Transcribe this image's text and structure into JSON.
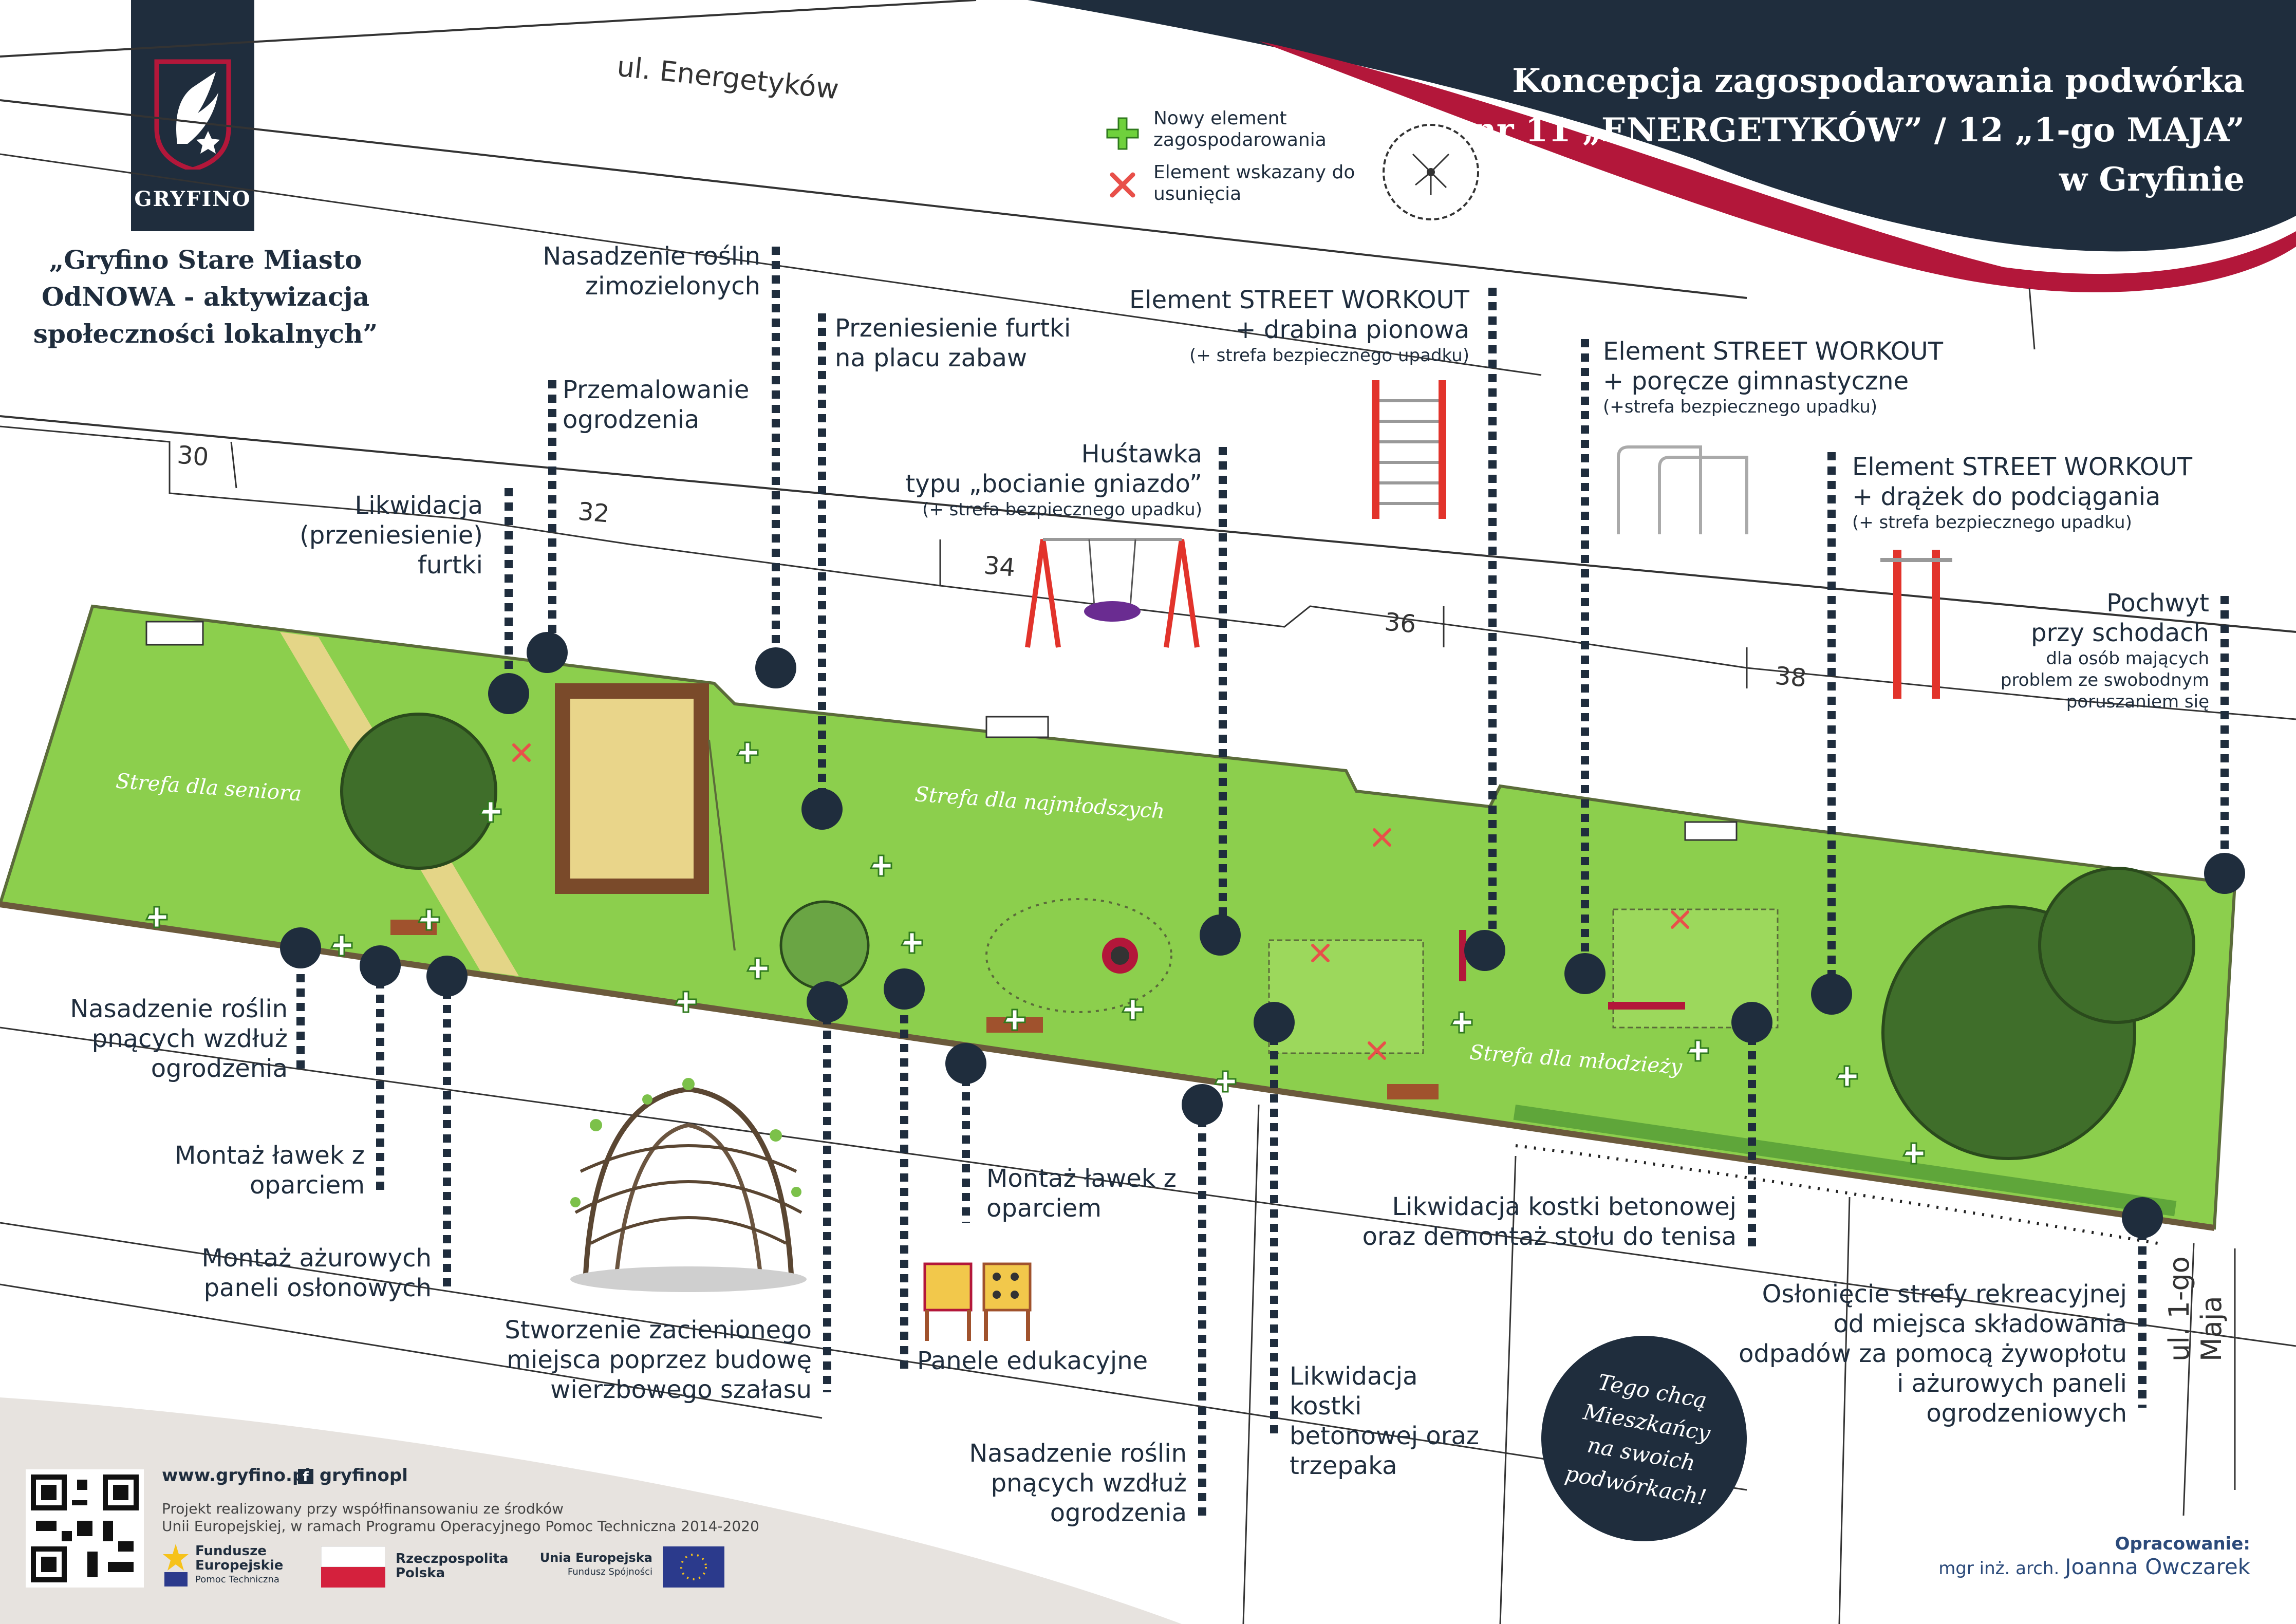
{
  "header": {
    "title_line1": "Koncepcja zagospodarowania podwórka",
    "title_line2": "nr 11 „ENERGETYKÓW” / 12 „1-go MAJA”",
    "title_line3": "w Gryfinie"
  },
  "logo": {
    "text": "GRYFINO"
  },
  "project": {
    "line1": "„Gryfino Stare Miasto",
    "line2": "OdNOWA - aktywizacja",
    "line3": "społeczności lokalnych”"
  },
  "legend": {
    "new_element": "Nowy element zagospodarowania",
    "to_remove": "Element wskazany do usunięcia"
  },
  "streets": {
    "top": "ul. Energetyków",
    "right": "ul. 1-go Maja"
  },
  "buildings": [
    "30",
    "32",
    "34",
    "36",
    "38"
  ],
  "zones": {
    "seniors": "Strefa dla seniora",
    "youngest": "Strefa dla najmłodszych",
    "youth": "Strefa dla młodzieży"
  },
  "labels": {
    "evergreen": "Nasadzenie roślin zimozielonych",
    "repaint_fence": "Przemalowanie ogrodzenia",
    "gate_removal_1": "Likwidacja",
    "gate_removal_2": "(przeniesienie)",
    "gate_removal_3": "furtki",
    "move_gate_1": "Przeniesienie furtki",
    "move_gate_2": "na placu zabaw",
    "swing_1": "Huśtawka",
    "swing_2": "typu „bocianie gniazdo”",
    "swing_note": "(+ strefa bezpiecznego upadku)",
    "workout_ladder_1": "Element STREET WORKOUT",
    "workout_ladder_2": "+ drabina pionowa",
    "workout_ladder_note": "(+ strefa bezpiecznego upadku)",
    "workout_bars_1": "Element STREET WORKOUT",
    "workout_bars_2": "+ poręcze gimnastyczne",
    "workout_bars_note": "(+strefa bezpiecznego upadku)",
    "workout_pullup_1": "Element STREET WORKOUT",
    "workout_pullup_2": "+ drążek do podciągania",
    "workout_pullup_note": "(+ strefa bezpiecznego upadku)",
    "handrail_1": "Pochwyt",
    "handrail_2": "przy schodach",
    "handrail_note": "dla osób mających problem ze swobodnym poruszaniem się",
    "climbers_left": "Nasadzenie roślin pnących wzdłuż ogrodzenia",
    "benches_left": "Montaż ławek z oparciem",
    "panels_left": "Montaż ażurowych paneli osłonowych",
    "willow": "Stworzenie zacienionego miejsca poprzez budowę wierzbowego szałasu",
    "benches_mid": "Montaż ławek z oparciem",
    "edu_panels": "Panele edukacyjne",
    "climbers_mid": "Nasadzenie roślin pnących wzdłuż ogrodzenia",
    "concrete_trepak": "Likwidacja kostki betonowej oraz trzepaka",
    "concrete_table_1": "Likwidacja kostki betonowej",
    "concrete_table_2": "oraz demontaż stołu do tenisa",
    "screening": "Osłonięcie strefy rekreacyjnej od miejsca składowania odpadów za pomocą żywopłotu i ażurowych paneli ogrodzeniowych"
  },
  "badge": {
    "line1": "Tego chcą",
    "line2": "Mieszkańcy",
    "line3": "na swoich",
    "line4": "podwórkach!"
  },
  "footer": {
    "website": "www.gryfino.pl",
    "social": "gryfinopl",
    "funding_1": "Projekt realizowany przy współfinansowaniu ze środków",
    "funding_2": "Unii Europejskiej, w ramach Programu Operacyjnego Pomoc Techniczna 2014-2020",
    "logo_fe_1": "Fundusze",
    "logo_fe_2": "Europejskie",
    "logo_fe_3": "Pomoc Techniczna",
    "logo_rp_1": "Rzeczpospolita",
    "logo_rp_2": "Polska",
    "logo_ue_1": "Unia Europejska",
    "logo_ue_2": "Fundusz Spójności",
    "credit_1": "Opracowanie:",
    "credit_2": "mgr inż. arch.",
    "credit_name": "Joanna Owczarek"
  },
  "colors": {
    "navy": "#1f2d3d",
    "accent": "#b3173a",
    "lawn": "#8ccf4d",
    "tree": "#3f6e2a",
    "sand": "#e9d58a"
  }
}
